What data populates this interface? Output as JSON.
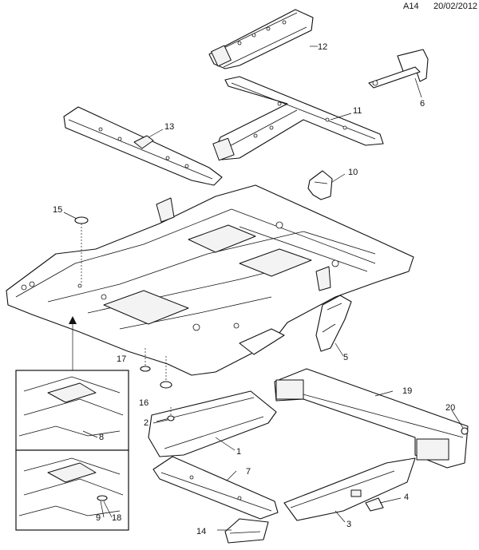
{
  "header": {
    "ref": "A14",
    "date": "20/02/2012"
  },
  "callouts": [
    {
      "id": "1",
      "label": "1"
    },
    {
      "id": "2",
      "label": "2"
    },
    {
      "id": "3",
      "label": "3"
    },
    {
      "id": "4",
      "label": "4"
    },
    {
      "id": "5",
      "label": "5"
    },
    {
      "id": "6",
      "label": "6"
    },
    {
      "id": "7",
      "label": "7"
    },
    {
      "id": "8",
      "label": "8"
    },
    {
      "id": "9",
      "label": "9"
    },
    {
      "id": "10",
      "label": "10"
    },
    {
      "id": "11",
      "label": "11"
    },
    {
      "id": "12",
      "label": "12"
    },
    {
      "id": "13",
      "label": "13"
    },
    {
      "id": "14",
      "label": "14"
    },
    {
      "id": "15",
      "label": "15"
    },
    {
      "id": "16",
      "label": "16"
    },
    {
      "id": "17",
      "label": "17"
    },
    {
      "id": "18",
      "label": "18"
    },
    {
      "id": "19",
      "label": "19"
    },
    {
      "id": "20",
      "label": "20"
    }
  ]
}
